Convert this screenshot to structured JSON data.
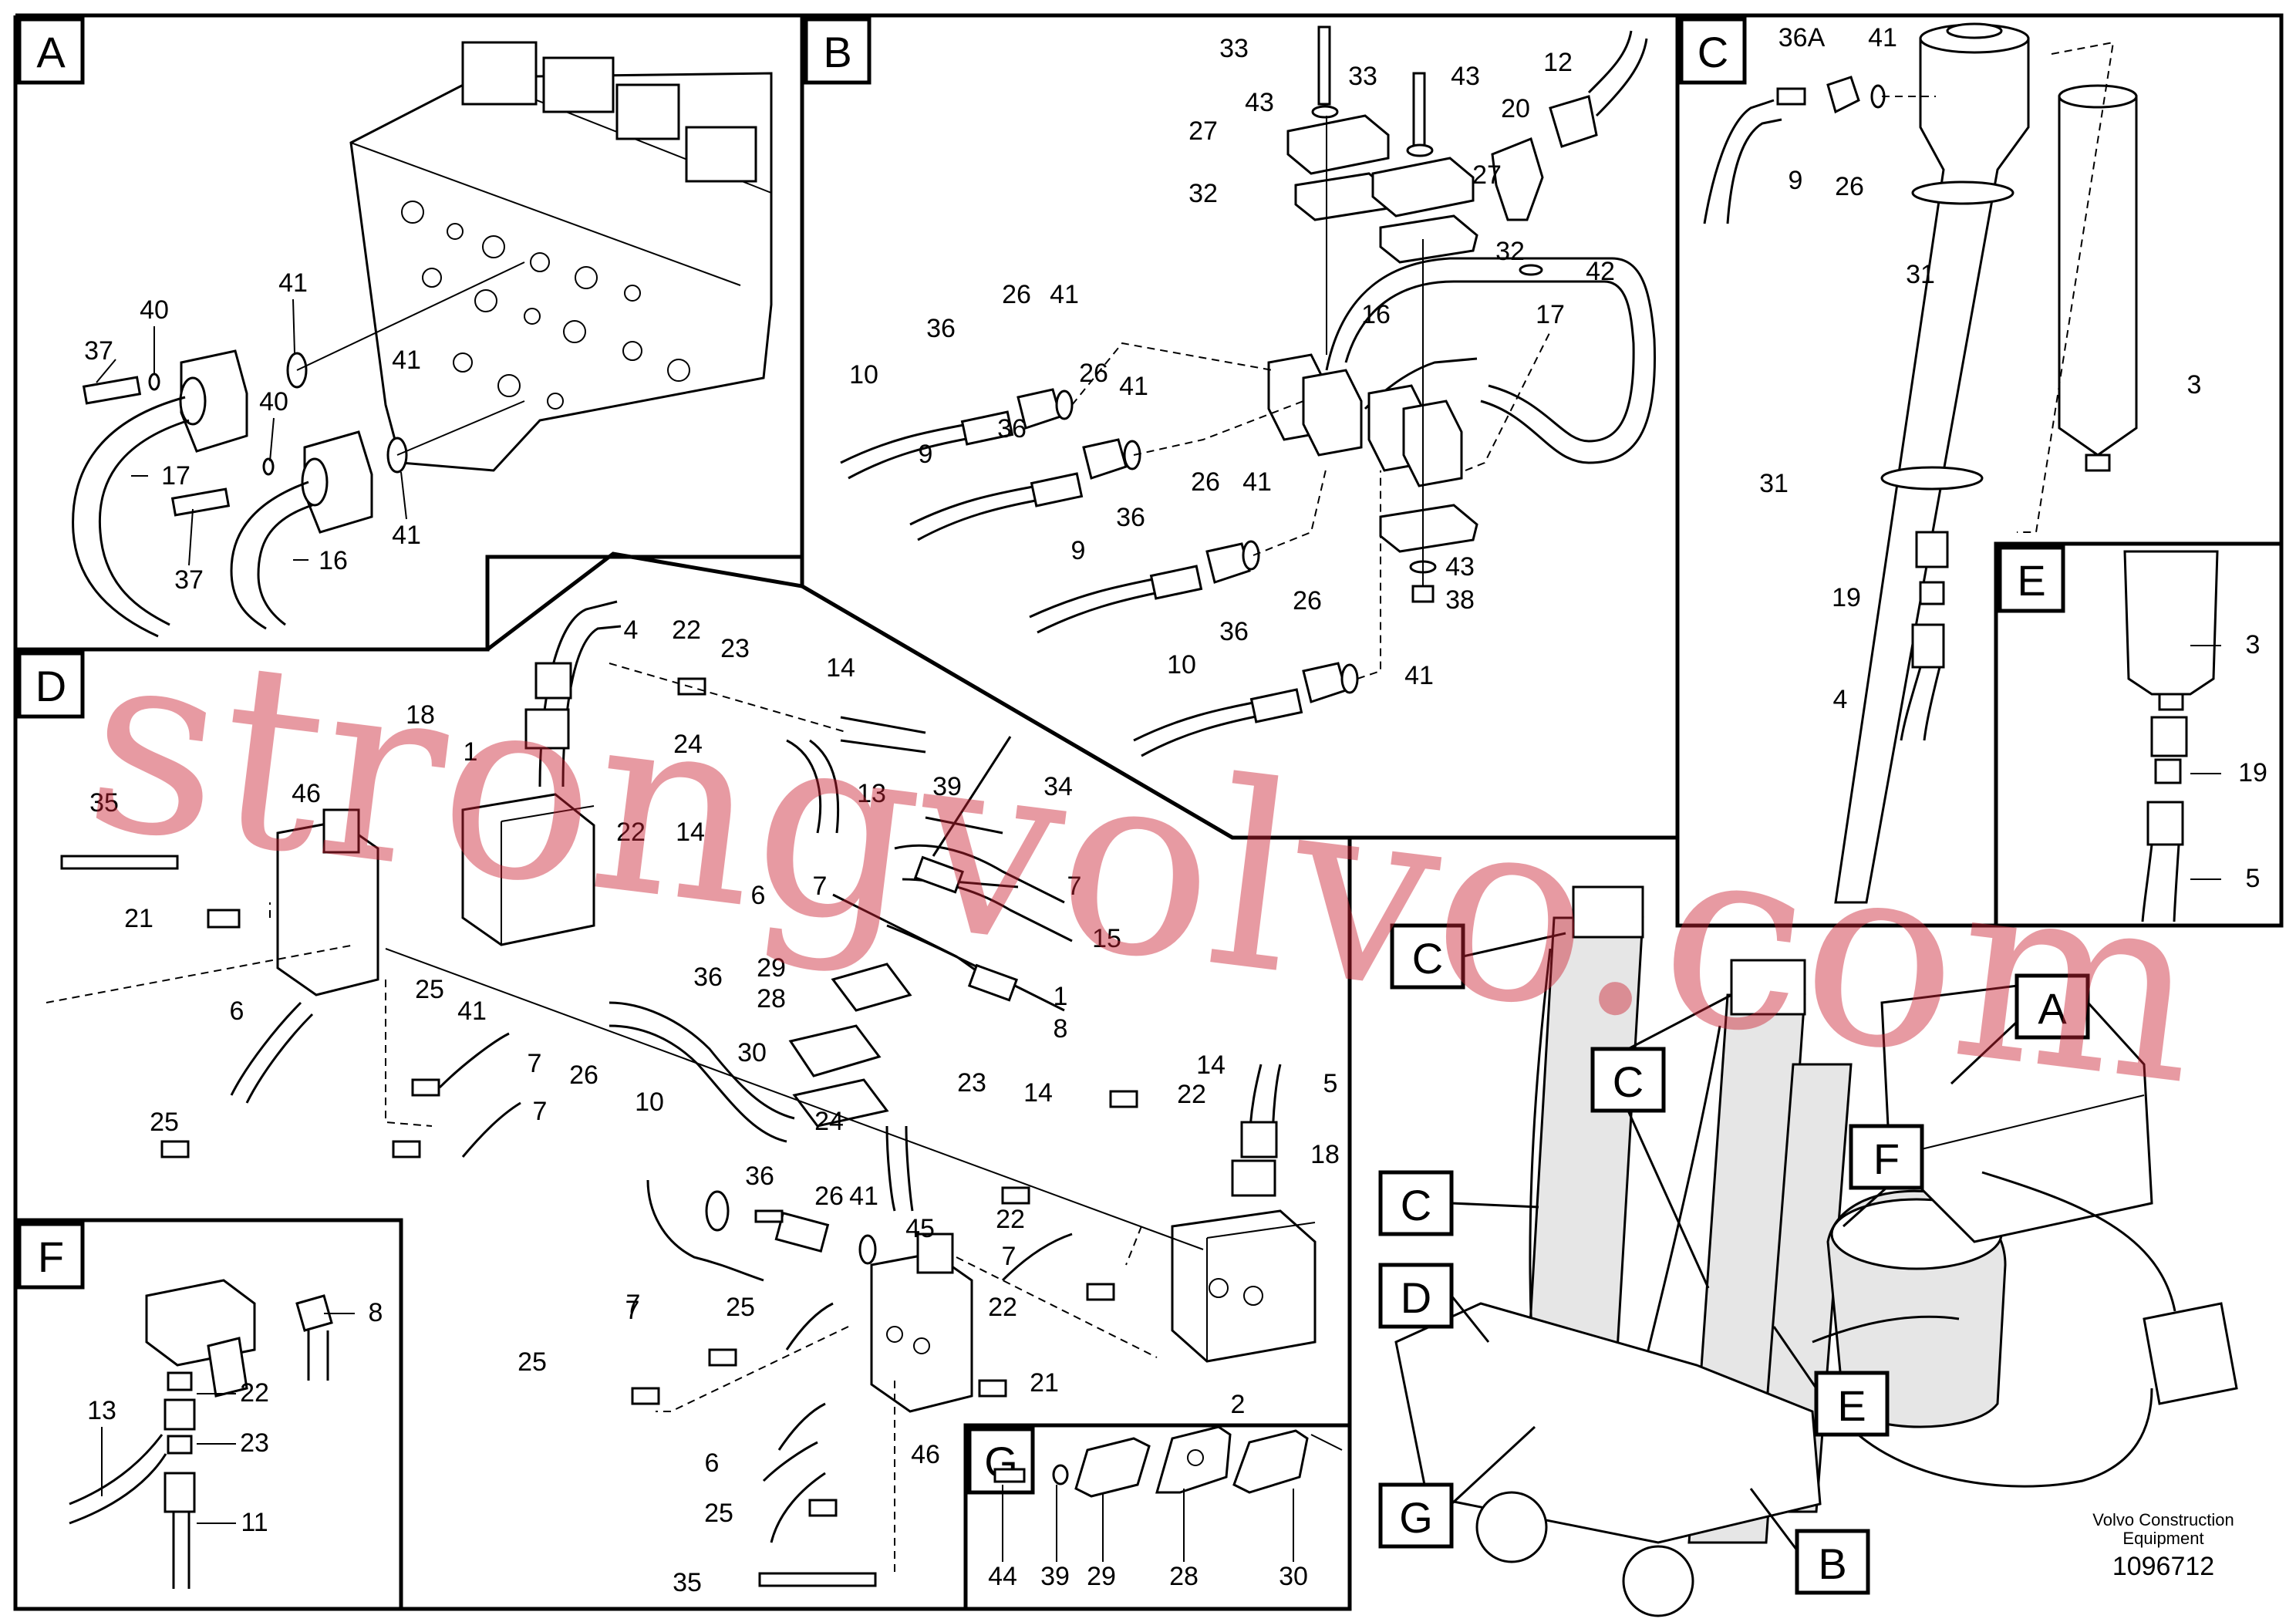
{
  "watermark": "strongvolvo.com",
  "footer": {
    "brand_line1": "Volvo Construction",
    "brand_line2": "Equipment",
    "part_number": "1096712"
  },
  "sections": {
    "A": "A",
    "B": "B",
    "C": "C",
    "D": "D",
    "E": "E",
    "F": "F",
    "G": "G"
  },
  "overview_callouts": [
    "C",
    "C",
    "C",
    "A",
    "F",
    "D",
    "E",
    "G",
    "B"
  ],
  "callouts": {
    "a": [
      "37",
      "40",
      "41",
      "17",
      "40",
      "41",
      "37",
      "16",
      "41"
    ],
    "b": [
      "33",
      "33",
      "43",
      "12",
      "43",
      "20",
      "27",
      "27",
      "32",
      "32",
      "42",
      "16",
      "17",
      "36",
      "26",
      "41",
      "10",
      "26",
      "41",
      "9",
      "36",
      "26",
      "41",
      "9",
      "36",
      "43",
      "38",
      "26",
      "10",
      "36",
      "41"
    ],
    "c": [
      "36A",
      "41",
      "9",
      "26",
      "31",
      "3",
      "31",
      "19",
      "4"
    ],
    "d": [
      "4",
      "22",
      "23",
      "14",
      "18",
      "24",
      "13",
      "1",
      "39",
      "34",
      "35",
      "46",
      "22",
      "14",
      "7",
      "7",
      "21",
      "6",
      "15",
      "29",
      "28",
      "36",
      "1",
      "41",
      "26",
      "8",
      "25",
      "7",
      "30",
      "10",
      "14",
      "6",
      "5",
      "22",
      "25",
      "24",
      "23",
      "14",
      "18",
      "7",
      "36",
      "26",
      "45",
      "41",
      "22",
      "7",
      "7",
      "25",
      "22",
      "7",
      "25",
      "21",
      "46",
      "2",
      "6",
      "25",
      "35"
    ],
    "e": [
      "3",
      "19",
      "5"
    ],
    "f": [
      "8",
      "22",
      "13",
      "23",
      "11"
    ],
    "g": [
      "44",
      "39",
      "29",
      "28",
      "30"
    ]
  }
}
